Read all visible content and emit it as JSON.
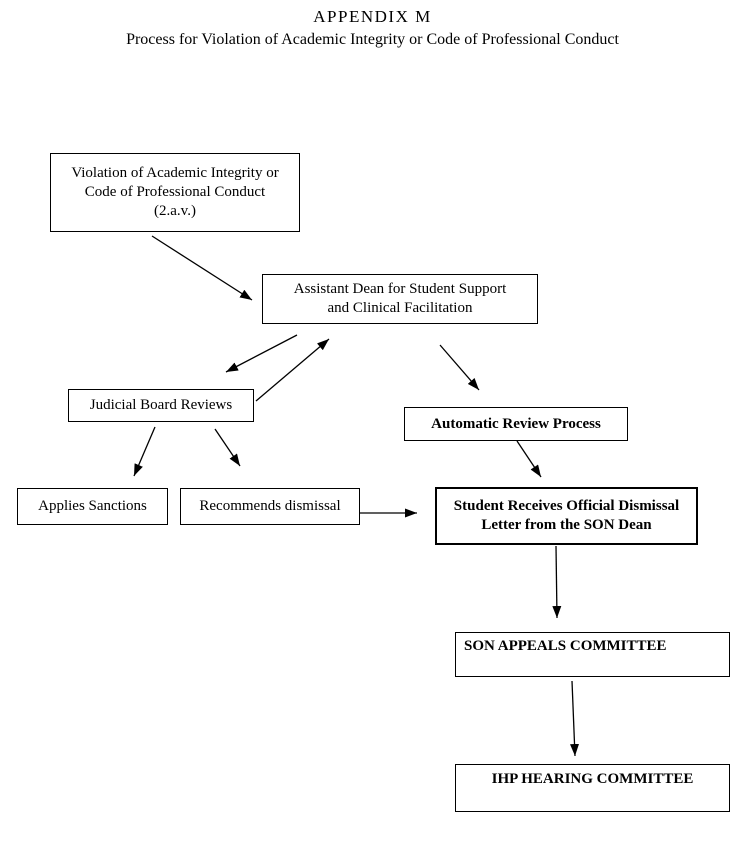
{
  "page": {
    "title_line1": "APPENDIX M",
    "title_line2": "Process for Violation of Academic Integrity or Code of Professional Conduct"
  },
  "nodes": {
    "violation": {
      "label": "Violation of Academic Integrity or\nCode of Professional Conduct\n(2.a.v.)"
    },
    "assistant_dean": {
      "label": "Assistant Dean for Student Support\nand Clinical Facilitation"
    },
    "judicial_board": {
      "label": "Judicial Board Reviews"
    },
    "automatic_review": {
      "label": "Automatic Review Process"
    },
    "applies_sanctions": {
      "label": "Applies Sanctions"
    },
    "recommends_dismissal": {
      "label": "Recommends dismissal"
    },
    "dismissal_letter": {
      "label": "Student Receives Official Dismissal\nLetter from the SON Dean"
    },
    "son_appeals": {
      "label": "SON APPEALS COMMITTEE"
    },
    "ihp_hearing": {
      "label": "IHP HEARING COMMITTEE"
    }
  },
  "edges": [
    {
      "from": "violation",
      "to": "assistant_dean"
    },
    {
      "from": "assistant_dean",
      "to": "judicial_board"
    },
    {
      "from": "judicial_board",
      "to": "assistant_dean"
    },
    {
      "from": "assistant_dean",
      "to": "automatic_review"
    },
    {
      "from": "judicial_board",
      "to": "applies_sanctions"
    },
    {
      "from": "judicial_board",
      "to": "recommends_dismissal"
    },
    {
      "from": "recommends_dismissal",
      "to": "dismissal_letter"
    },
    {
      "from": "automatic_review",
      "to": "dismissal_letter"
    },
    {
      "from": "dismissal_letter",
      "to": "son_appeals"
    },
    {
      "from": "son_appeals",
      "to": "ihp_hearing"
    }
  ],
  "colors": {
    "text": "#000000",
    "border": "#000000",
    "background": "#ffffff"
  }
}
